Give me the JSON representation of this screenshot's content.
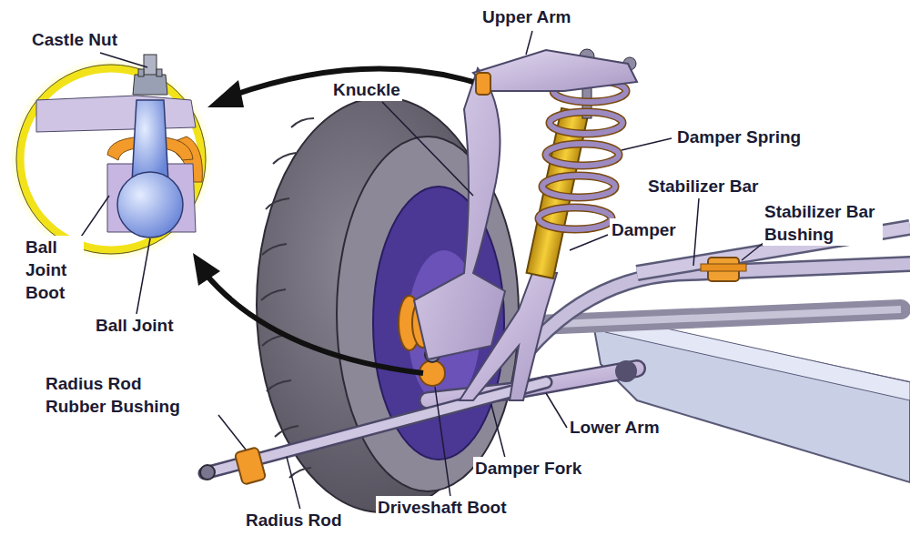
{
  "diagram": {
    "labels": [
      "Castle Nut",
      "Upper Arm",
      "Knuckle",
      "Damper Spring",
      "Stabilizer Bar",
      "Stabilizer Bar Bushing",
      "Damper",
      "Ball Joint Boot",
      "Ball Joint",
      "Radius Rod Rubber Bushing",
      "Lower Arm",
      "Damper Fork",
      "Driveshaft Boot",
      "Radius Rod"
    ]
  }
}
